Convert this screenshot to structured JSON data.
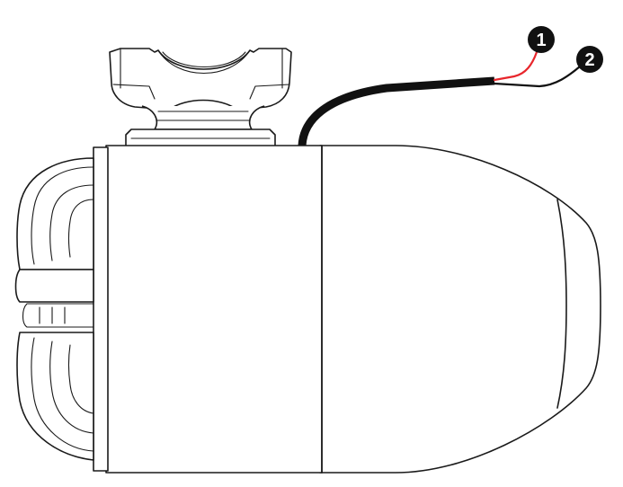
{
  "callouts": [
    {
      "number": "1",
      "wire": "red"
    },
    {
      "number": "2",
      "wire": "black"
    }
  ],
  "colors": {
    "outline": "#1a1a1a",
    "cable_jacket": "#111111",
    "wire_red": "#e8262c",
    "wire_black": "#111111",
    "callout_fill": "#111111",
    "callout_text": "#ffffff"
  }
}
